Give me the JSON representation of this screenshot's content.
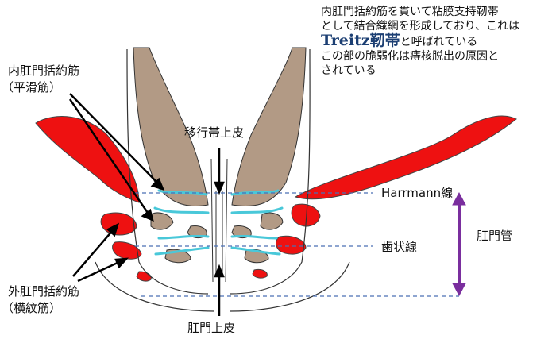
{
  "annotation": {
    "line1": "内肛門括約筋を貫いて粘膜支持靭帯",
    "line2": "として結合織網を形成しており、これは",
    "treitz_term": "Treitz靭帯",
    "line3_suffix": "と呼ばれている",
    "line4": "この部の脆弱化は痔核脱出の原因と",
    "line5": "されている"
  },
  "labels": {
    "internal_sphincter": "内肛門括約筋",
    "internal_sphincter_sub": "（平滑筋）",
    "external_sphincter": "外肛門括約筋",
    "external_sphincter_sub": "（横紋筋）",
    "transitional_epithelium": "移行帯上皮",
    "anal_epithelium": "肛門上皮",
    "hermann_line": "Harrmann線",
    "dentate_line": "歯状線",
    "anal_canal": "肛門管"
  },
  "colors": {
    "muscle_red": "#ee1111",
    "smooth_muscle_tan": "#b29a85",
    "ligament_cyan": "#49c8d9",
    "guide_line_blue": "#4a6fb5",
    "arrow_purple": "#7a2e9e",
    "treitz_text": "#1c3f73"
  }
}
